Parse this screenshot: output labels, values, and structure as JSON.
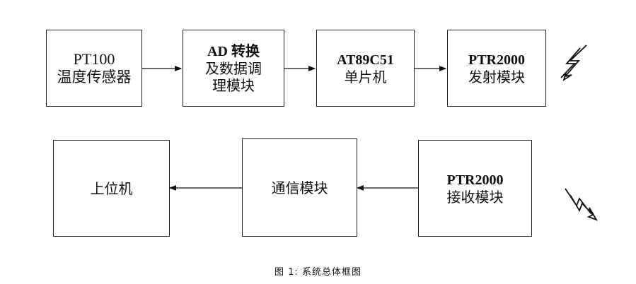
{
  "nodes": {
    "sensor": {
      "lines": [
        "PT100",
        "温度传感器"
      ]
    },
    "ad": {
      "lines": [
        "AD 转换",
        "及数据调",
        "理模块"
      ]
    },
    "mcu": {
      "lines": [
        "AT89C51",
        "单片机"
      ]
    },
    "tx": {
      "lines": [
        "PTR2000",
        "发射模块"
      ]
    },
    "rx": {
      "lines": [
        "PTR2000",
        "接收模块"
      ]
    },
    "comm": {
      "lines": [
        "通信模块"
      ]
    },
    "host": {
      "lines": [
        "上位机"
      ]
    }
  },
  "caption": "图 1:  系统总体框图",
  "icons": {
    "tx_signal": "lightning-bolt-icon",
    "rx_signal": "lightning-bolt-icon"
  }
}
